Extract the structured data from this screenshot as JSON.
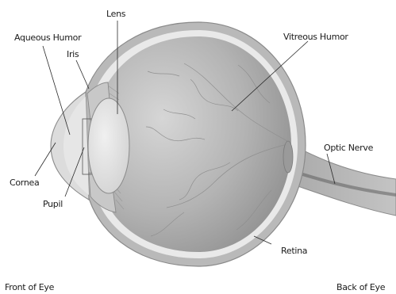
{
  "labels": {
    "lens": "Lens",
    "aqueous_humor": "Aqueous Humor",
    "iris": "Iris",
    "vitreous_humor": "Vitreous Humor",
    "optic_nerve": "Optic Nerve",
    "cornea": "Cornea",
    "pupil": "Pupil",
    "retina": "Retina",
    "front_of_eye": "Front of Eye",
    "back_of_eye": "Back of Eye"
  },
  "colors": {
    "sclera": "#b9b9b9",
    "sclera_outline": "#8a8a8a",
    "retina_band": "#e9e9e9",
    "vitreous_light": "#d6d6d6",
    "vitreous_dark": "#8c8c8c",
    "lens": "#e2e2e2",
    "cornea": "#dcdcdc",
    "iris": "#c8c8c8",
    "optic_nerve": "#b4b4b4"
  }
}
